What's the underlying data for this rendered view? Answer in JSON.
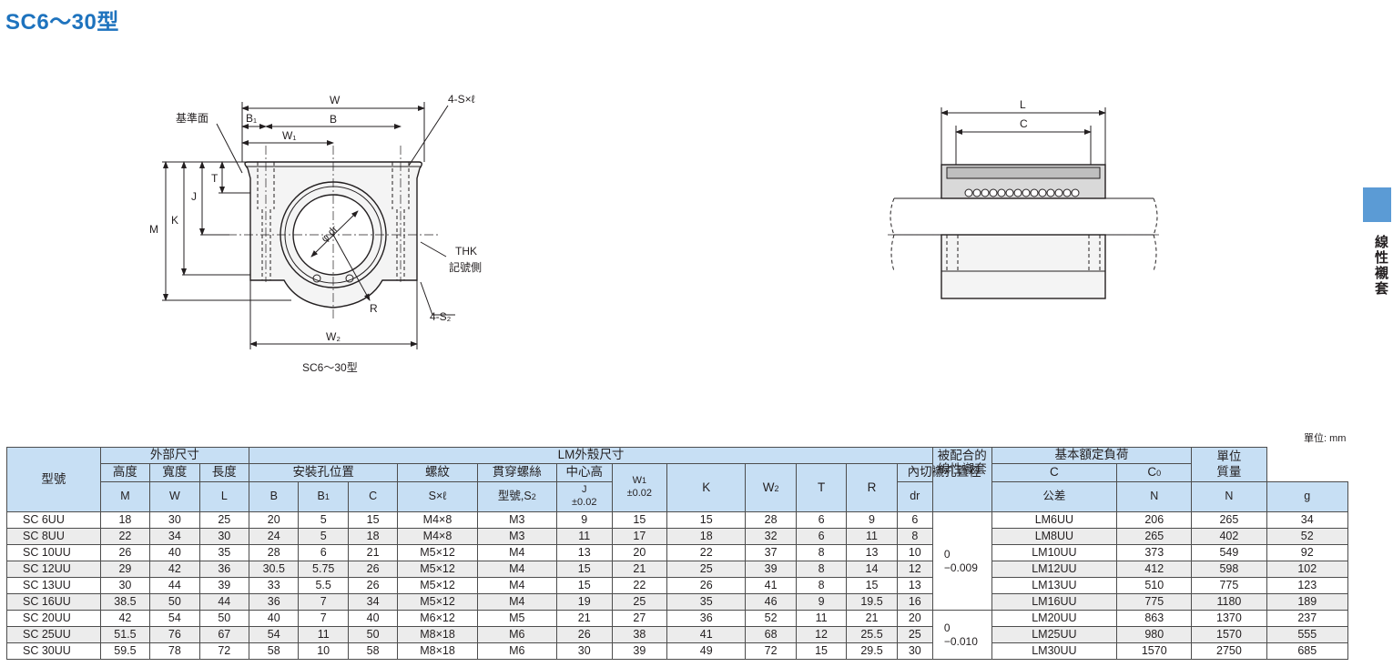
{
  "page": {
    "title": "SC6～30型"
  },
  "diagram_front": {
    "caption": "SC6～30型",
    "labels": {
      "w": "W",
      "b1": "B₁",
      "b": "B",
      "w1": "W₁",
      "ref_face": "基準面",
      "sxl": "4-S×ℓ",
      "t": "T",
      "j": "J",
      "k": "K",
      "m": "M",
      "dr": "φ dr",
      "r": "R",
      "s2": "4-S₂",
      "w2": "W₂",
      "thk_1": "THK",
      "thk_2": "記號側"
    }
  },
  "diagram_side": {
    "labels": {
      "l": "L",
      "c": "C"
    }
  },
  "side_tab": {
    "label": "線性襯套"
  },
  "unit_note": "單位: mm",
  "table": {
    "header": {
      "model": "型號",
      "outer": "外部尺寸",
      "lm_outer": "LM外殼尺寸",
      "bushing": "被配合的線性襯套",
      "load": "基本額定負荷",
      "mass_1": "單位",
      "mass_2": "質量",
      "height": "高度",
      "width": "寬度",
      "length": "長度",
      "mount": "安裝孔位置",
      "thread": "螺紋",
      "through": "貫穿螺絲",
      "center": "中心高",
      "bore": "內切襯孔直徑",
      "m": "M",
      "w": "W",
      "l": "L",
      "b": "B",
      "b1": "B",
      "b1_sub": "1",
      "c": "C",
      "sxl": "S×ℓ",
      "s2_1": "型號,S",
      "s2_sub": "2",
      "j": "J",
      "j_tol": "±0.02",
      "w1": "W",
      "w1_sub": "1",
      "w1_tol": "±0.02",
      "k": "K",
      "w2": "W",
      "w2_sub": "2",
      "t": "T",
      "r": "R",
      "dr": "dr",
      "tolerance": "公差",
      "c_load": "C",
      "c0_load": "C",
      "c0_sub": "0",
      "n1": "N",
      "n2": "N",
      "g": "g"
    },
    "rows": [
      [
        "SC 6UU",
        "18",
        "30",
        "25",
        "20",
        "5",
        "15",
        "M4×8",
        "M3",
        "9",
        "15",
        "15",
        "28",
        "6",
        "9",
        "6",
        "LM6UU",
        "206",
        "265",
        "34"
      ],
      [
        "SC 8UU",
        "22",
        "34",
        "30",
        "24",
        "5",
        "18",
        "M4×8",
        "M3",
        "11",
        "17",
        "18",
        "32",
        "6",
        "11",
        "8",
        "LM8UU",
        "265",
        "402",
        "52"
      ],
      [
        "SC 10UU",
        "26",
        "40",
        "35",
        "28",
        "6",
        "21",
        "M5×12",
        "M4",
        "13",
        "20",
        "22",
        "37",
        "8",
        "13",
        "10",
        "LM10UU",
        "373",
        "549",
        "92"
      ],
      [
        "SC 12UU",
        "29",
        "42",
        "36",
        "30.5",
        "5.75",
        "26",
        "M5×12",
        "M4",
        "15",
        "21",
        "25",
        "39",
        "8",
        "14",
        "12",
        "LM12UU",
        "412",
        "598",
        "102"
      ],
      [
        "SC 13UU",
        "30",
        "44",
        "39",
        "33",
        "5.5",
        "26",
        "M5×12",
        "M4",
        "15",
        "22",
        "26",
        "41",
        "8",
        "15",
        "13",
        "LM13UU",
        "510",
        "775",
        "123"
      ],
      [
        "SC 16UU",
        "38.5",
        "50",
        "44",
        "36",
        "7",
        "34",
        "M5×12",
        "M4",
        "19",
        "25",
        "35",
        "46",
        "9",
        "19.5",
        "16",
        "LM16UU",
        "775",
        "1180",
        "189"
      ],
      [
        "SC 20UU",
        "42",
        "54",
        "50",
        "40",
        "7",
        "40",
        "M6×12",
        "M5",
        "21",
        "27",
        "36",
        "52",
        "11",
        "21",
        "20",
        "LM20UU",
        "863",
        "1370",
        "237"
      ],
      [
        "SC 25UU",
        "51.5",
        "76",
        "67",
        "54",
        "11",
        "50",
        "M8×18",
        "M6",
        "26",
        "38",
        "41",
        "68",
        "12",
        "25.5",
        "25",
        "LM25UU",
        "980",
        "1570",
        "555"
      ],
      [
        "SC 30UU",
        "59.5",
        "78",
        "72",
        "58",
        "10",
        "58",
        "M8×18",
        "M6",
        "30",
        "39",
        "49",
        "72",
        "15",
        "29.5",
        "30",
        "LM30UU",
        "1570",
        "2750",
        "685"
      ]
    ],
    "tolerance_groups": [
      {
        "upper": "0",
        "lower": "−0.009"
      },
      {
        "upper": "0",
        "lower": "−0.010"
      }
    ]
  }
}
